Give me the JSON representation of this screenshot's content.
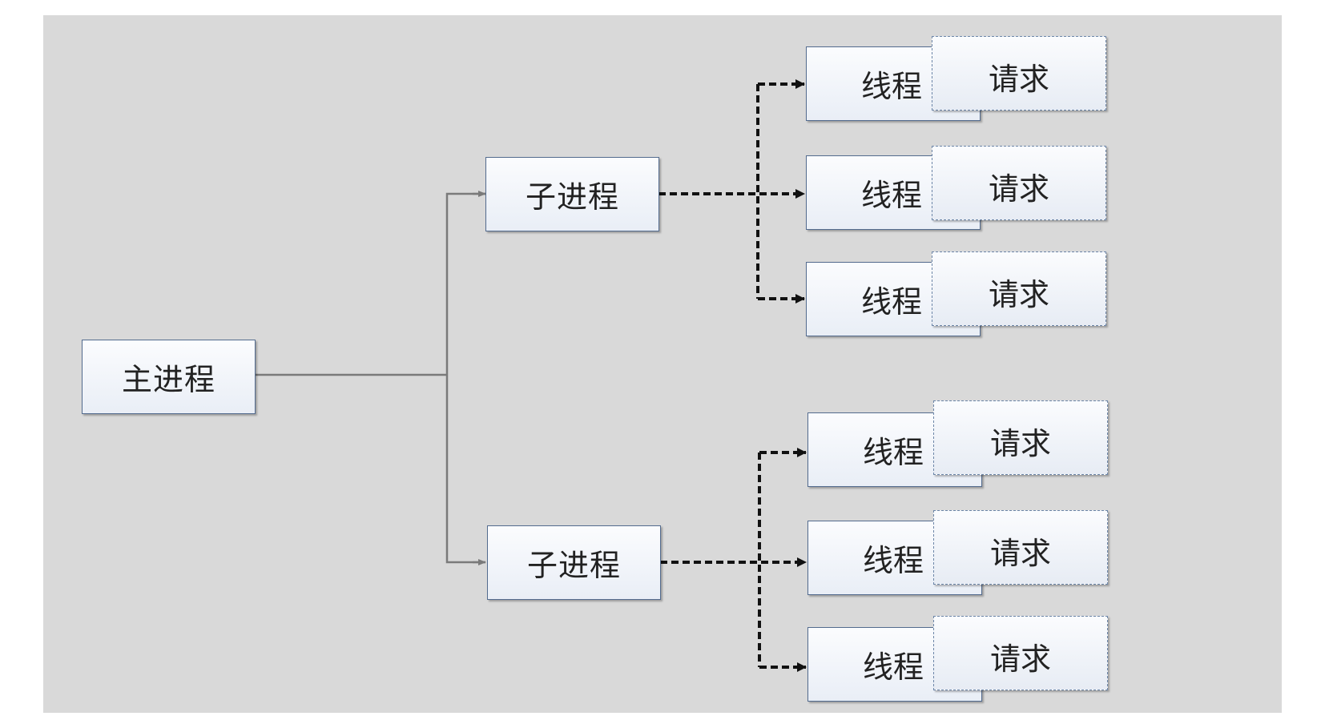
{
  "main": {
    "label": "主进程"
  },
  "children": [
    {
      "label": "子进程",
      "threads": [
        {
          "thread": "线程",
          "request": "请求"
        },
        {
          "thread": "线程",
          "request": "请求"
        },
        {
          "thread": "线程",
          "request": "请求"
        }
      ]
    },
    {
      "label": "子进程",
      "threads": [
        {
          "thread": "线程",
          "request": "请求"
        },
        {
          "thread": "线程",
          "request": "请求"
        },
        {
          "thread": "线程",
          "request": "请求"
        }
      ]
    }
  ],
  "colors": {
    "background": "#d9d9d9",
    "box_border": "#536b8e",
    "solid_connector": "#7a7a7a",
    "dashed_connector": "#111111"
  }
}
